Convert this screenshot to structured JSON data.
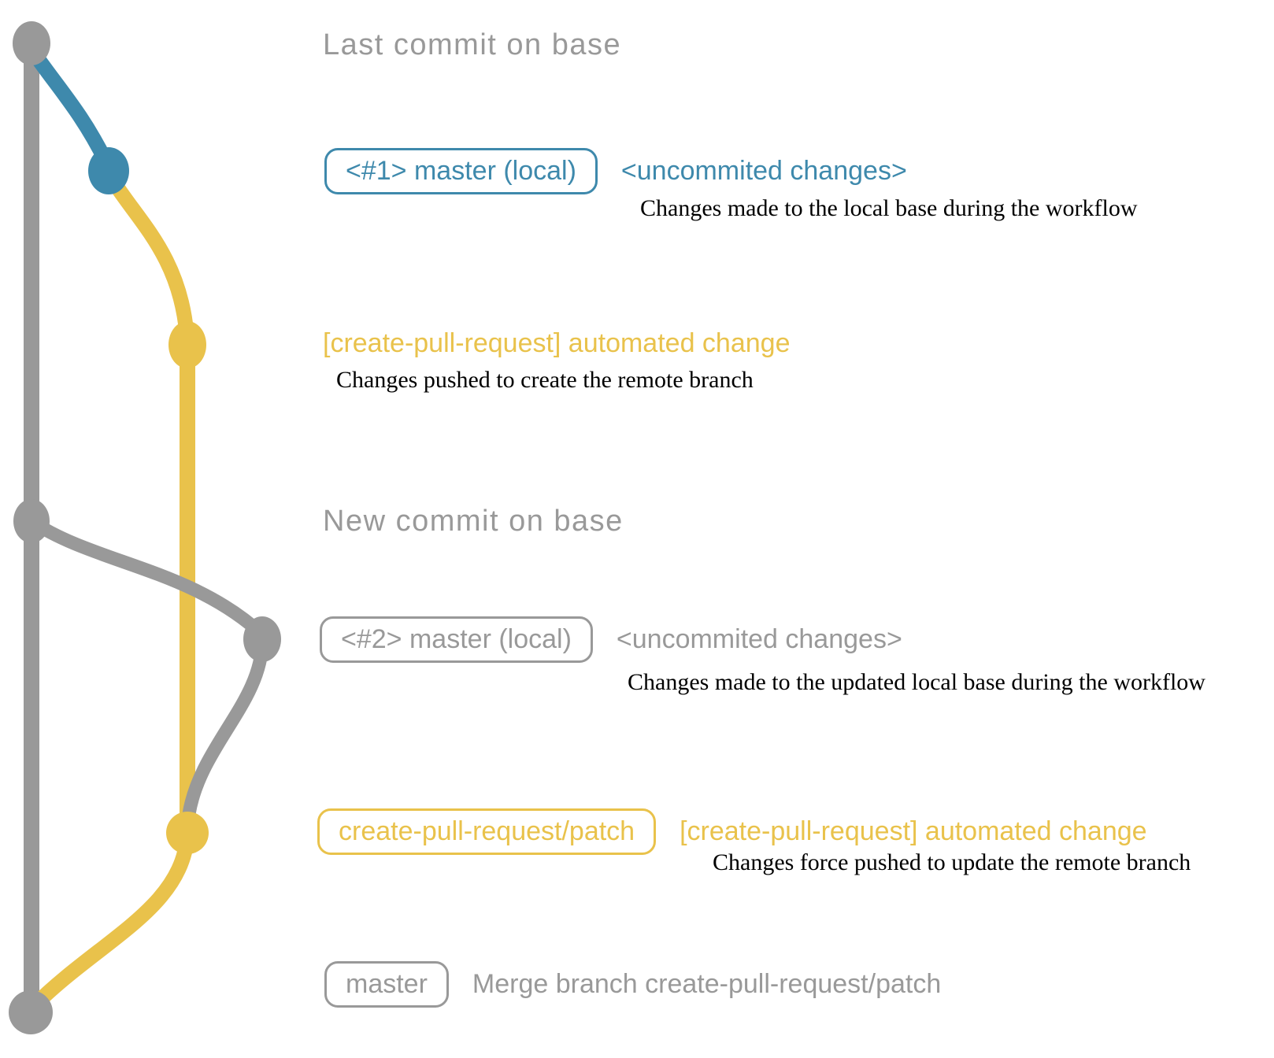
{
  "colors": {
    "gray": "#999999",
    "blue": "#3e89ac",
    "yellow": "#e9c24b",
    "ink": "#000000"
  },
  "headings": {
    "last_commit": "Last commit on base",
    "new_commit": "New commit on base"
  },
  "rows": {
    "local1": {
      "badge": "<#1> master (local)",
      "message": "<uncommited changes>",
      "note": "Changes made to the local base during the workflow"
    },
    "push1": {
      "message": "[create-pull-request] automated change",
      "note": "Changes pushed to create the remote branch"
    },
    "local2": {
      "badge": "<#2> master (local)",
      "message": "<uncommited changes>",
      "note": "Changes made to the updated local base during the workflow"
    },
    "push2": {
      "badge": "create-pull-request/patch",
      "message": "[create-pull-request] automated change",
      "note": "Changes force pushed to update the remote branch"
    },
    "merge": {
      "badge": "master",
      "message": "Merge branch create-pull-request/patch"
    }
  },
  "graph": {
    "nodes": [
      {
        "id": "last-commit-on-base",
        "color": "gray"
      },
      {
        "id": "local-commit-1",
        "color": "blue"
      },
      {
        "id": "pushed-commit-1",
        "color": "yellow"
      },
      {
        "id": "new-commit-on-base",
        "color": "gray"
      },
      {
        "id": "local-commit-2",
        "color": "gray"
      },
      {
        "id": "force-pushed-commit",
        "color": "yellow"
      },
      {
        "id": "merge-commit",
        "color": "gray"
      }
    ]
  }
}
